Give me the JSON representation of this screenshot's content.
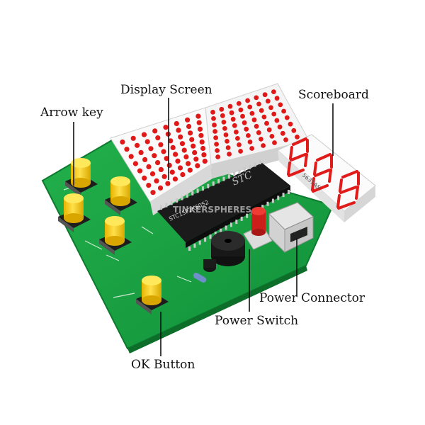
{
  "labels": {
    "display_screen": "Display Screen",
    "arrow_key": "Arrow key",
    "scoreboard": "Scoreboard",
    "power_connector": "Power Connector",
    "power_switch": "Power Switch",
    "ok_button": "OK Button"
  },
  "board_text": {
    "chip_brand": "STC",
    "chip_model": "STC15F2K60S2",
    "segment_part": "5631AS",
    "watermark": "TINKERSPHERES"
  },
  "colors": {
    "pcb": "#19a23f",
    "button_cap": "#f5cc18",
    "switch_cap": "#d8241f",
    "led_dot": "#e01818",
    "matrix_body": "#efefef"
  }
}
